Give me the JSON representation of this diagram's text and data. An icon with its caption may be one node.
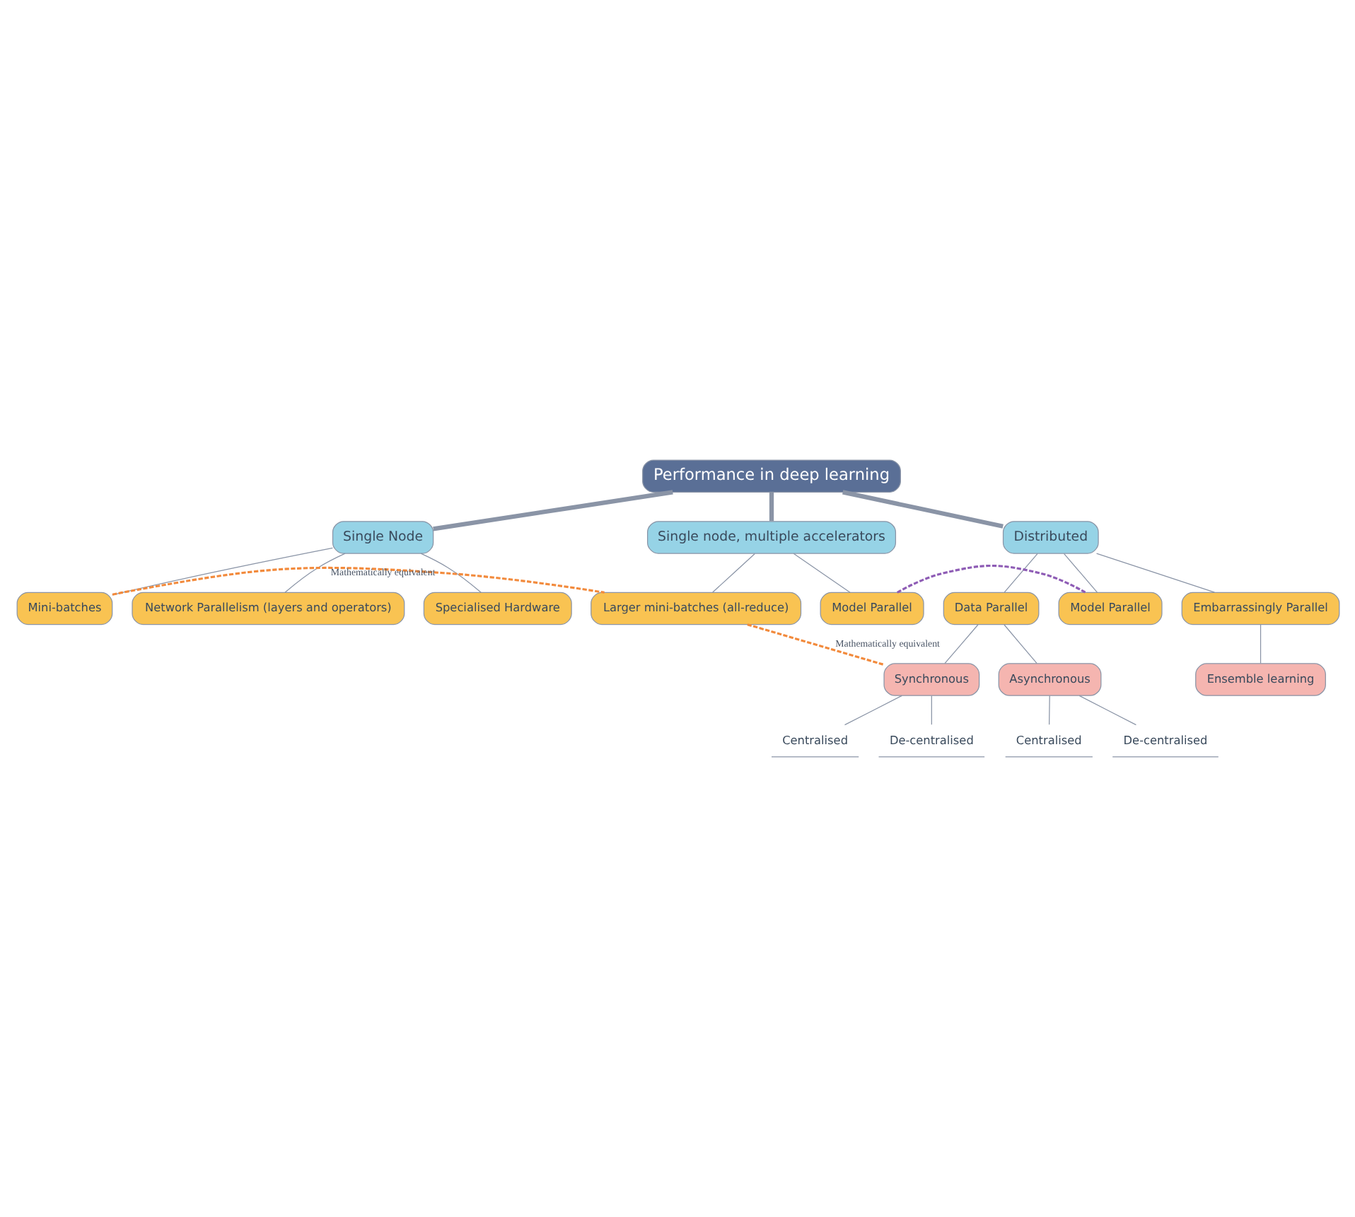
{
  "diagram": {
    "nodes": [
      {
        "text": [
          "Performance in deep learning"
        ]
      },
      {
        "text": [
          "Single Node"
        ]
      },
      {
        "text": [
          "Single node, multiple accelerators"
        ]
      },
      {
        "text": [
          "Distributed"
        ]
      },
      {
        "text": [
          "Mini-batches"
        ]
      },
      {
        "text": [
          "Network Parallelism (layers and operators)"
        ]
      },
      {
        "text": [
          "Specialised Hardware"
        ]
      },
      {
        "text": [
          "Larger mini-batches (all-reduce)"
        ]
      },
      {
        "text": [
          "Model Parallel"
        ]
      },
      {
        "text": [
          "Data Parallel"
        ]
      },
      {
        "text": [
          "Synchronous"
        ]
      },
      {
        "text": [
          "Centralised"
        ]
      },
      {
        "text": [
          "De-centralised"
        ]
      },
      {
        "text": [
          "Asynchronous"
        ]
      },
      {
        "text": [
          "Centralised"
        ]
      },
      {
        "text": [
          "De-centralised"
        ]
      },
      {
        "text": [
          "Model Parallel"
        ]
      },
      {
        "text": [
          "Embarrassingly Parallel"
        ]
      },
      {
        "text": [
          "Ensemble learning"
        ]
      }
    ],
    "edges": [
      {
        "from": 0,
        "to": 1,
        "arrow": "none",
        "style": "thick"
      },
      {
        "from": 0,
        "to": 2,
        "arrow": "none",
        "style": "thick"
      },
      {
        "from": 0,
        "to": 3,
        "arrow": "none",
        "style": "thick"
      },
      {
        "from": 1,
        "to": 4,
        "arrow": "none"
      },
      {
        "from": 1,
        "to": 5,
        "arrow": "none"
      },
      {
        "from": 1,
        "to": 6,
        "arrow": "none"
      },
      {
        "from": 2,
        "to": 7,
        "arrow": "none"
      },
      {
        "from": 2,
        "to": 8,
        "arrow": "none"
      },
      {
        "from": 3,
        "to": 9,
        "arrow": "none"
      },
      {
        "from": 3,
        "to": 16,
        "arrow": "none"
      },
      {
        "from": 3,
        "to": 17,
        "arrow": "none"
      },
      {
        "from": 9,
        "to": 10,
        "arrow": "none"
      },
      {
        "from": 9,
        "to": 13,
        "arrow": "none"
      },
      {
        "from": 10,
        "to": 11,
        "arrow": "none"
      },
      {
        "from": 10,
        "to": 12,
        "arrow": "none"
      },
      {
        "from": 13,
        "to": 14,
        "arrow": "none"
      },
      {
        "from": 13,
        "to": 15,
        "arrow": "none"
      },
      {
        "from": 17,
        "to": 18,
        "arrow": "none"
      },
      {
        "from": 4,
        "to": 7,
        "arrow": "none",
        "style": "dashed",
        "color": "#f28a3c",
        "label": "Mathematically equivalent"
      },
      {
        "from": 7,
        "to": 10,
        "arrow": "none",
        "style": "dashed",
        "color": "#f28a3c",
        "label": "Mathematically equivalent"
      },
      {
        "from": 8,
        "to": 16,
        "arrow": "none",
        "style": "dashed",
        "color": "#8e5cb5"
      }
    ]
  }
}
